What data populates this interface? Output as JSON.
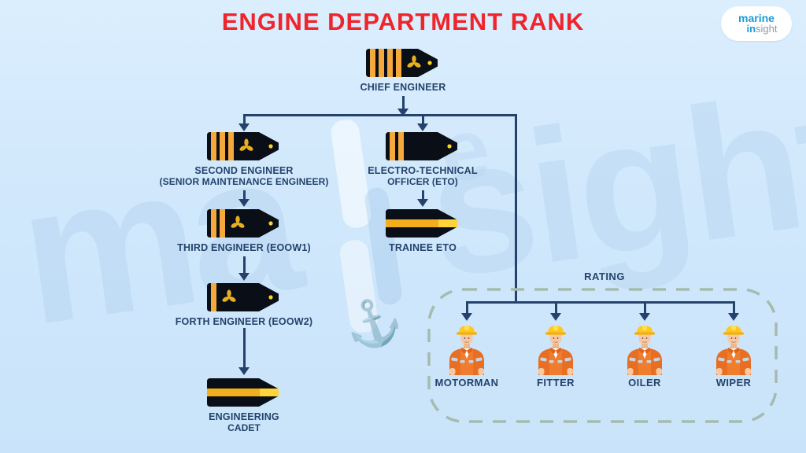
{
  "title": "ENGINE DEPARTMENT RANK",
  "logo": {
    "line1": "marine",
    "line2_blue": "in",
    "line2_gray": "sight"
  },
  "watermark": {
    "left_text": "ma",
    "right_text": "sight",
    "small_text": "e",
    "anchor_glyph": "⚓"
  },
  "colors": {
    "title_red": "#f0242b",
    "text_navy": "#24436c",
    "line_navy": "#24426b",
    "epaulette_black": "#0a0e16",
    "stripe_gold": "#f5a93c",
    "band_gold": "#f2ae1c",
    "band_bright": "#ffd43b",
    "propeller_gold": "#e8b021",
    "button_gold": "#ffd21e",
    "dash_border": "#a6bbae",
    "suit_orange": "#f07c2e",
    "suit_dark": "#e2621c",
    "hat_yellow": "#ffc81e",
    "hat_brim": "#f0b21b",
    "skin": "#f6c9a4",
    "reflective": "#c9d4de",
    "shirt_white": "#ffffff",
    "logo_blue": "#1a9cd8",
    "logo_gray": "#8e9aa6"
  },
  "ranks": {
    "chief": {
      "label": "CHIEF ENGINEER",
      "type": "stripes",
      "stripes": 4,
      "propeller": true
    },
    "second": {
      "label": "SECOND ENGINEER",
      "sublabel": "(SENIOR MAINTENANCE ENGINEER)",
      "type": "stripes",
      "stripes": 3,
      "propeller": true
    },
    "eto": {
      "label": "ELECTRO-TECHNICAL",
      "sublabel": "OFFICER (ETO)",
      "type": "stripes",
      "stripes": 2,
      "propeller": false
    },
    "third": {
      "label": "THIRD ENGINEER (EOOW1)",
      "type": "stripes",
      "stripes": 2,
      "propeller": true
    },
    "trainee": {
      "label": "TRAINEE ETO",
      "type": "band"
    },
    "forth": {
      "label": "FORTH ENGINEER (EOOW2)",
      "type": "stripes",
      "stripes": 1,
      "propeller": true
    },
    "cadet": {
      "label": "ENGINEERING",
      "sublabel": "CADET",
      "type": "band"
    }
  },
  "rating": {
    "label": "RATING",
    "members": [
      {
        "label": "MOTORMAN"
      },
      {
        "label": "FITTER"
      },
      {
        "label": "OILER"
      },
      {
        "label": "WIPER"
      }
    ]
  }
}
